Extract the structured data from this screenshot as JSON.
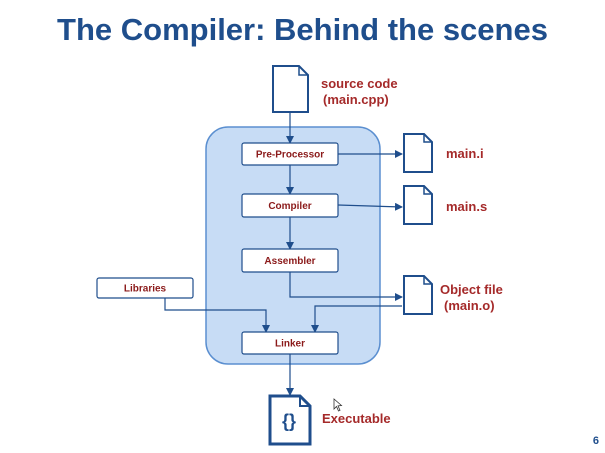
{
  "slide": {
    "title": "The Compiler:  Behind the scenes",
    "page_number": "6"
  },
  "diagram": {
    "source_line1": "source code",
    "source_line2": "(main.cpp)",
    "preprocessor": "Pre-Processor",
    "compiler": "Compiler",
    "assembler": "Assembler",
    "linker": "Linker",
    "libraries": "Libraries",
    "out_i": "main.i",
    "out_s": "main.s",
    "object_line1": "Object file",
    "object_line2": "(main.o)",
    "executable": "Executable",
    "executable_glyph": "{}"
  },
  "colors": {
    "title": "#1f4e8c",
    "arrow": "#1f4e8c",
    "box_text": "#8b1a1a",
    "panel_fill": "#c7dcf5",
    "panel_stroke": "#5b8fd0"
  }
}
